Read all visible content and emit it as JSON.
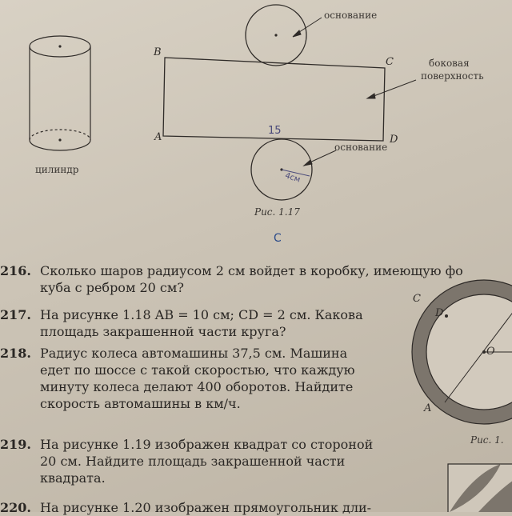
{
  "figure": {
    "labels": {
      "B": "B",
      "C": "C",
      "A": "A",
      "D": "D",
      "base_top": "основание",
      "lateral_line1": "боковая",
      "lateral_line2": "поверхность",
      "base_bottom": "основание",
      "cylinder": "цилиндр",
      "caption": "Рис. 1.17"
    },
    "handwriting": {
      "length": "15",
      "radius_note": "4см"
    }
  },
  "section_letter": "C",
  "problems": [
    {
      "number": "216.",
      "lines": [
        "Сколько шаров радиусом 2 см войдет в коробку, имеющую фо",
        "куба с ребром 20 см?"
      ]
    },
    {
      "number": "217.",
      "lines": [
        "На рисунке 1.18 AB = 10 см; CD = 2 см. Какова",
        "площадь закрашенной части круга?"
      ]
    },
    {
      "number": "218.",
      "lines": [
        "Радиус колеса автомашины 37,5 см. Машина",
        "едет по шоссе с такой скоростью, что каждую",
        "минуту колеса делают 400 оборотов. Найдите",
        "скорость автомашины в км/ч."
      ]
    },
    {
      "number": "219.",
      "lines": [
        "На рисунке 1.19 изображен квадрат со стороной",
        "20 см. Найдите площадь закрашенной части",
        "квадрата."
      ]
    },
    {
      "number": "220.",
      "lines": [
        "На рисунке 1.20 изображен прямоугольник дли-"
      ]
    }
  ],
  "ring_figure": {
    "labels": {
      "C": "C",
      "D": "D",
      "O": "O",
      "A": "A"
    },
    "caption": "Рис. 1."
  }
}
